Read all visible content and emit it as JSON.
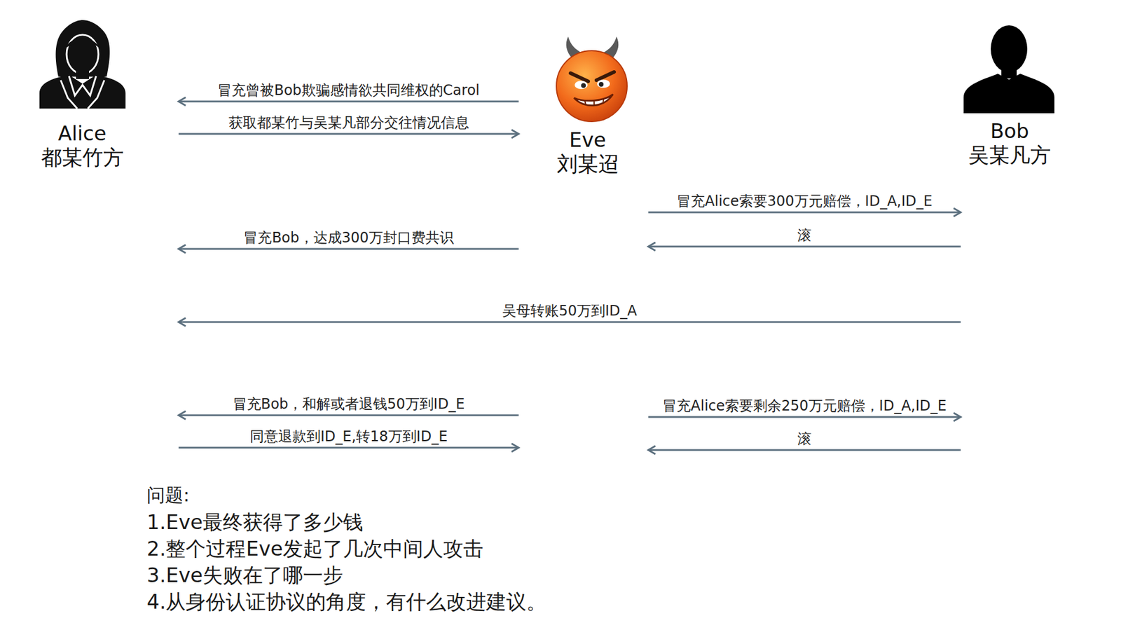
{
  "diagram": {
    "nodes": [
      {
        "text": [
          "Alice",
          "都某竹方"
        ]
      },
      {
        "text": [
          "Eve",
          "刘某迢"
        ]
      },
      {
        "text": [
          "Bob",
          "吴某凡方"
        ]
      }
    ],
    "edges": [
      {
        "from": 1,
        "to": 0,
        "arrow": "to",
        "label": "冒充曾被Bob欺骗感情欲共同维权的Carol"
      },
      {
        "from": 0,
        "to": 1,
        "arrow": "to",
        "label": "获取都某竹与吴某凡部分交往情况信息"
      },
      {
        "from": 1,
        "to": 2,
        "arrow": "to",
        "label": "冒充Alice索要300万元赔偿，ID_A,ID_E"
      },
      {
        "from": 2,
        "to": 1,
        "arrow": "to",
        "label": "滚"
      },
      {
        "from": 1,
        "to": 0,
        "arrow": "to",
        "label": "冒充Bob，达成300万封口费共识"
      },
      {
        "from": 2,
        "to": 0,
        "arrow": "to",
        "label": "吴母转账50万到ID_A"
      },
      {
        "from": 1,
        "to": 0,
        "arrow": "to",
        "label": "冒充Bob，和解或者退钱50万到ID_E"
      },
      {
        "from": 0,
        "to": 1,
        "arrow": "to",
        "label": "同意退款到ID_E,转18万到ID_E"
      },
      {
        "from": 1,
        "to": 2,
        "arrow": "to",
        "label": "冒充Alice索要剩余250万元赔偿，ID_A,ID_E"
      },
      {
        "from": 2,
        "to": 1,
        "arrow": "to",
        "label": "滚"
      }
    ],
    "labels": [
      "问题:",
      "1.Eve最终获得了多少钱",
      "2.整个过程Eve发起了几次中间人攻击",
      "3.Eve失败在了哪一步",
      "4.从身份认证协议的角度，有什么改进建议。"
    ]
  }
}
